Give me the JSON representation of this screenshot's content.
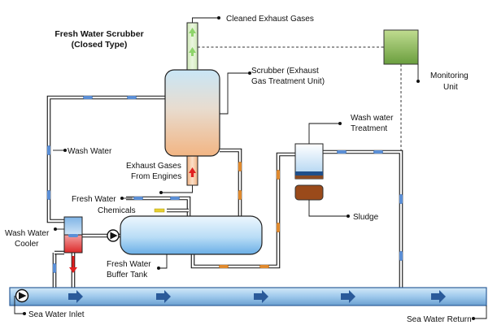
{
  "title": {
    "line1": "Fresh Water Scrubber",
    "line2": "(Closed Type)"
  },
  "labels": {
    "cleaned_exhaust": "Cleaned  Exhaust Gases",
    "scrubber_line1": "Scrubber (Exhaust",
    "scrubber_line2": "Gas Treatment Unit)",
    "monitoring_line1": "Monitoring",
    "monitoring_line2": "Unit",
    "wash_water": "Wash Water",
    "wash_water_treatment_line1": "Wash water",
    "wash_water_treatment_line2": "Treatment",
    "exhaust_in_line1": "Exhaust Gases",
    "exhaust_in_line2": "From Engines",
    "fresh_water": "Fresh Water",
    "chemicals": "Chemicals",
    "sludge": "Sludge",
    "cooler_line1": "Wash Water",
    "cooler_line2": "Cooler",
    "buffer_line1": "Fresh Water",
    "buffer_line2": "Buffer Tank",
    "sea_inlet": "Sea Water Inlet",
    "sea_return": "Sea Water Return"
  },
  "colors": {
    "flow_blue": "#5b8fd6",
    "flow_orange": "#e08a2e",
    "flow_red": "#e02020",
    "flow_green": "#8ed46a",
    "sea_arrow": "#2a5a9a",
    "chemicals": "#e8d030",
    "sludge": "#9a4a1a",
    "monitoring": "#6fa040"
  }
}
